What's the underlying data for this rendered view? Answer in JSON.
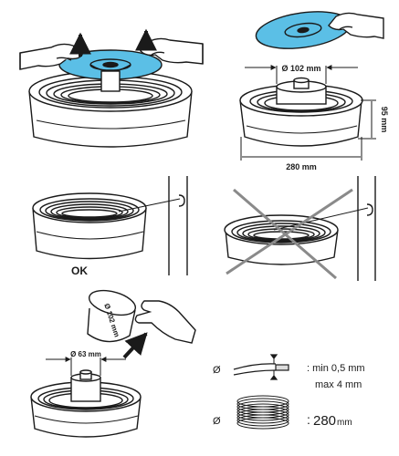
{
  "panel_top_right": {
    "diameter_label": "Ø 102 mm",
    "height_label": "95 mm",
    "width_label": "280 mm"
  },
  "panel_mid_left": {
    "ok_label": "OK"
  },
  "panel_bottom_left": {
    "sleeve_label": "Ø 102 mm",
    "core_label": "Ø 63 mm"
  },
  "panel_bottom_right": {
    "wire_symbol": "Ø",
    "wire_min": ": min 0,5 mm",
    "wire_max": "max 4 mm",
    "coil_symbol": "Ø",
    "coil_prefix": ":",
    "coil_value": "280",
    "coil_unit": "mm"
  },
  "colors": {
    "disc_blue": "#5bbfe6",
    "outline": "#1a1a1a",
    "cross_gray": "#8a8a8a"
  }
}
